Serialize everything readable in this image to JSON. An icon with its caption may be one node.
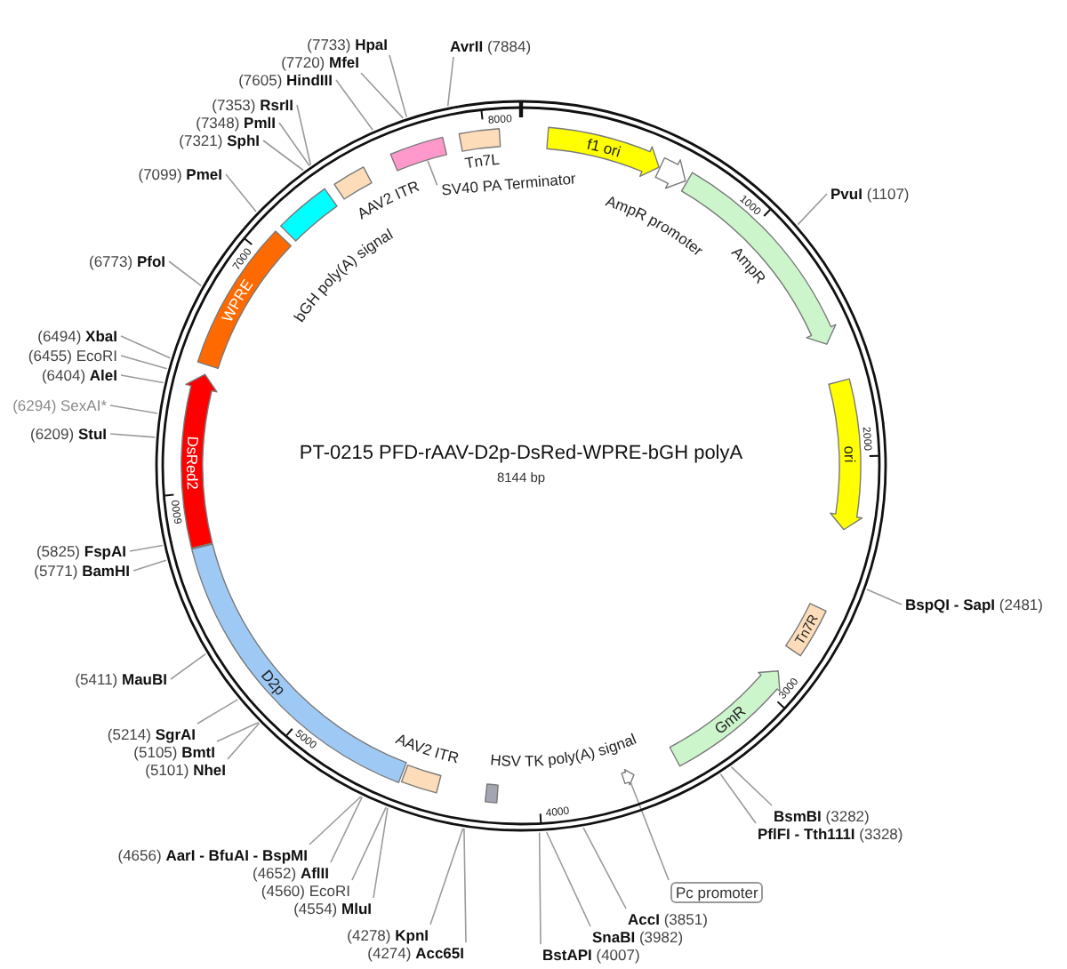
{
  "diagram": {
    "title": "PT-0215 PFD-rAAV-D2p-DsRed-WPRE-bGH polyA",
    "nodes": [
      {
        "text": [
          "f1 ori"
        ]
      },
      {
        "text": [
          "AmpR promoter"
        ]
      },
      {
        "text": [
          "AmpR"
        ]
      },
      {
        "text": [
          "ori"
        ]
      },
      {
        "text": [
          "Tn7R"
        ]
      },
      {
        "text": [
          "GmR"
        ]
      },
      {
        "text": [
          "Pc promoter"
        ]
      },
      {
        "text": [],
        "shape": "arrow"
      },
      {
        "text": [
          "HSV TK poly(A) signal"
        ]
      },
      {
        "text": [
          "AAV2 ITR"
        ]
      },
      {
        "text": [
          "D2p"
        ]
      },
      {
        "text": [
          "DsRed2"
        ]
      },
      {
        "text": [
          "WPRE"
        ]
      },
      {
        "text": [
          "bGH poly(A) signal"
        ]
      },
      {
        "text": [
          "AAV2 ITR"
        ]
      },
      {
        "text": [
          "SV40 PA Terminator"
        ]
      },
      {
        "text": [],
        "shape": "box"
      },
      {
        "text": [
          "Tn7L"
        ]
      },
      {
        "text": [
          "**PvuI** (1107)"
        ]
      },
      {
        "text": [
          "**BspQI - SapI** (2481)"
        ]
      },
      {
        "text": [
          "**BsmBI** (3282)"
        ]
      },
      {
        "text": [
          "**PflFI - Tth111I** (3328)"
        ]
      },
      {
        "text": [
          "**AccI** (3851)"
        ]
      },
      {
        "text": [
          "**SnaBI** (3982)"
        ]
      },
      {
        "text": [
          "**BstAPI** (4007)"
        ]
      },
      {
        "text": [
          "(4274) **Acc65I**"
        ]
      },
      {
        "text": [
          "(4278) **KpnI**"
        ]
      },
      {
        "text": [
          "(4554) **MluI**"
        ]
      },
      {
        "text": [
          "(4560) EcoRI"
        ]
      },
      {
        "text": [
          "(4652) **AflII**"
        ]
      },
      {
        "text": [
          "(4656) **AarI - BfuAI - BspMI**"
        ]
      },
      {
        "text": [
          "(5101) **NheI**"
        ]
      },
      {
        "text": [
          "(5105) **BmtI**"
        ]
      },
      {
        "text": [
          "(5214) **SgrAI**"
        ]
      },
      {
        "text": [
          "(5411) **MauBI**"
        ]
      },
      {
        "text": [
          "(5771) **BamHI**"
        ]
      },
      {
        "text": [
          "(5825) **FspAI**"
        ]
      },
      {
        "text": [
          "(6209) **StuI**"
        ]
      },
      {
        "text": [
          "(6294) SexAI*"
        ]
      },
      {
        "text": [
          "(6404) **AleI**"
        ]
      },
      {
        "text": [
          "(6455) EcoRI"
        ]
      },
      {
        "text": [
          "(6494) **XbaI**"
        ]
      },
      {
        "text": [
          "(6773) **PfoI**"
        ]
      },
      {
        "text": [
          "(7099) **PmeI**"
        ]
      },
      {
        "text": [
          "(7321) **SphI**"
        ]
      },
      {
        "text": [
          "(7348) **PmlI**"
        ]
      },
      {
        "text": [
          "(7353) **RsrII**"
        ]
      },
      {
        "text": [
          "(7605) **HindIII**"
        ]
      },
      {
        "text": [
          "(7720) **MfeI**"
        ]
      },
      {
        "text": [
          "(7733) **HpaI**"
        ]
      },
      {
        "text": [
          "**AvrII** (7884)"
        ]
      }
    ],
    "edges": [
      {
        "from": 6,
        "to": 7,
        "arrow": "none"
      },
      {
        "from": 15,
        "to": 16,
        "arrow": "none"
      },
      {
        "from": 18,
        "to": null,
        "arrow": "none"
      },
      {
        "from": 19,
        "to": null,
        "arrow": "none"
      },
      {
        "from": 20,
        "to": null,
        "arrow": "none"
      },
      {
        "from": 21,
        "to": null,
        "arrow": "none"
      },
      {
        "from": 22,
        "to": null,
        "arrow": "none"
      },
      {
        "from": 23,
        "to": null,
        "arrow": "none"
      },
      {
        "from": 24,
        "to": null,
        "arrow": "none"
      },
      {
        "from": 25,
        "to": null,
        "arrow": "none"
      },
      {
        "from": 26,
        "to": null,
        "arrow": "none"
      },
      {
        "from": 27,
        "to": null,
        "arrow": "none"
      },
      {
        "from": 28,
        "to": null,
        "arrow": "none"
      },
      {
        "from": 29,
        "to": null,
        "arrow": "none"
      },
      {
        "from": 30,
        "to": null,
        "arrow": "none"
      },
      {
        "from": 31,
        "to": null,
        "arrow": "none"
      },
      {
        "from": 32,
        "to": null,
        "arrow": "none"
      },
      {
        "from": 33,
        "to": null,
        "arrow": "none"
      },
      {
        "from": 34,
        "to": null,
        "arrow": "none"
      },
      {
        "from": 35,
        "to": null,
        "arrow": "none"
      },
      {
        "from": 36,
        "to": null,
        "arrow": "none"
      },
      {
        "from": 37,
        "to": null,
        "arrow": "none"
      },
      {
        "from": 38,
        "to": null,
        "arrow": "none"
      },
      {
        "from": 39,
        "to": null,
        "arrow": "none"
      },
      {
        "from": 40,
        "to": null,
        "arrow": "none"
      },
      {
        "from": 41,
        "to": null,
        "arrow": "none"
      },
      {
        "from": 42,
        "to": null,
        "arrow": "none"
      },
      {
        "from": 43,
        "to": null,
        "arrow": "none"
      },
      {
        "from": 44,
        "to": null,
        "arrow": "none"
      },
      {
        "from": 45,
        "to": null,
        "arrow": "none"
      },
      {
        "from": 46,
        "to": null,
        "arrow": "none"
      },
      {
        "from": 47,
        "to": null,
        "arrow": "none"
      },
      {
        "from": 48,
        "to": null,
        "arrow": "none"
      },
      {
        "from": 49,
        "to": null,
        "arrow": "none"
      },
      {
        "from": 50,
        "to": null,
        "arrow": "none"
      }
    ],
    "labels": [
      "8144 bp",
      "1000",
      "2000",
      "3000",
      "4000",
      "5000",
      "6000",
      "7000",
      "8000"
    ]
  }
}
